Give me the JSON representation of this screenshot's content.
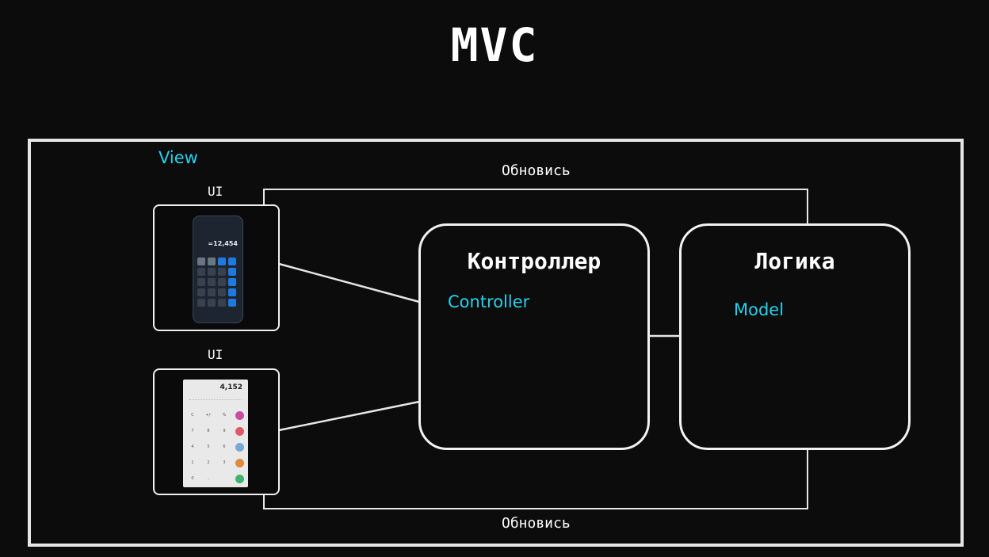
{
  "title": "MVC",
  "view_label": "View",
  "ui_labels": [
    "UI",
    "UI"
  ],
  "update_top": "Обновись",
  "update_bottom": "Обновись",
  "controller": {
    "title": "Контроллер",
    "caption": "Controller"
  },
  "model": {
    "title": "Логика",
    "caption": "Model"
  },
  "phone_dark": {
    "display": "=12,454"
  },
  "phone_light": {
    "display": "4,152",
    "rows": [
      [
        "C",
        "+/-",
        "%"
      ],
      [
        "7",
        "8",
        "9"
      ],
      [
        "4",
        "5",
        "6"
      ],
      [
        "1",
        "2",
        "3"
      ],
      [
        "0",
        ",",
        ""
      ]
    ],
    "accents": [
      "#c64ea6",
      "#dd5a6b",
      "#7aa6d8",
      "#e08a3c",
      "#3cb371"
    ]
  },
  "colors": {
    "background": "#0c0c0c",
    "lines": "#e6e6e6",
    "caption": "#22d3ee"
  }
}
